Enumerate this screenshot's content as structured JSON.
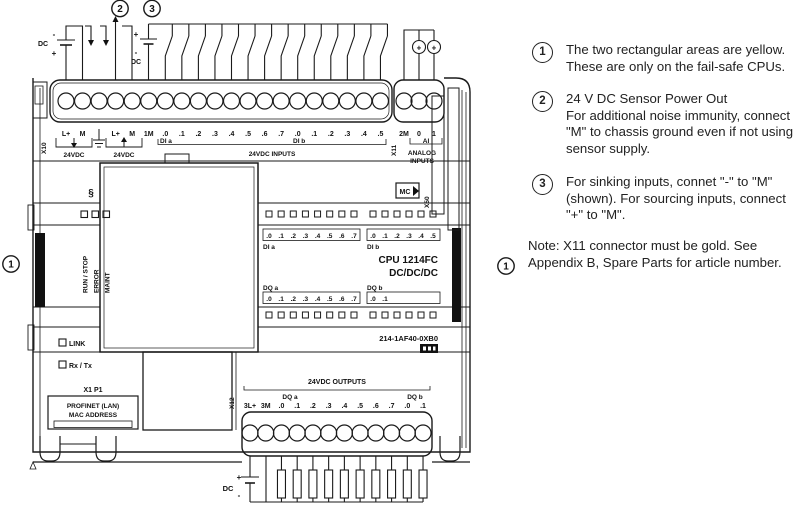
{
  "diagram": {
    "x10": "X10",
    "x11": "X11",
    "x12": "X12",
    "x50": "X50",
    "mc": "MC",
    "x1p1": "X1 P1",
    "power_in_caption": "24VDC",
    "sensor_caption": "24VDC",
    "inputs_caption": "24VDC INPUTS",
    "outputs_caption": "24VDC OUTPUTS",
    "analog_line1": "ANALOG",
    "analog_line2": "INPUTS",
    "ai": "AI",
    "band_di_a": "DI a",
    "band_di_b": "DI b",
    "face_di_a": "DI a",
    "face_di_b": "DI b",
    "face_dq_a": "DQ a",
    "face_dq_b": "DQ b",
    "cpu_title": "CPU 1214FC",
    "cpu_subtitle": "DC/DC/DC",
    "article_number": "214-1AF40-0XB0",
    "profinet_line1": "PROFINET (LAN)",
    "profinet_line2": "MAC ADDRESS",
    "led_link": "LINK",
    "led_rxtx": "Rx / Tx",
    "led_run": "RUN / STOP",
    "led_error": "ERROR",
    "led_maint": "MAINT",
    "clamp_symbol": "§",
    "dc": "DC",
    "plus": "+",
    "minus": "-",
    "callout_1": "1",
    "callout_2": "2",
    "callout_3": "3",
    "terminals": {
      "x10": [
        "L+",
        "M",
        "",
        "L+",
        "M",
        "1M",
        ".0",
        ".1",
        ".2",
        ".3",
        ".4",
        ".5",
        ".6",
        ".7",
        ".0",
        ".1",
        ".2",
        ".3",
        ".4",
        ".5"
      ],
      "x11": [
        "2M",
        "0",
        "1"
      ],
      "x12": [
        "3L+",
        "3M",
        ".0",
        ".1",
        ".2",
        ".3",
        ".4",
        ".5",
        ".6",
        ".7",
        ".0",
        ".1"
      ]
    },
    "channels": {
      "di_a": [
        ".0",
        ".1",
        ".2",
        ".3",
        ".4",
        ".5",
        ".6",
        ".7"
      ],
      "di_b": [
        ".0",
        ".1",
        ".2",
        ".3",
        ".4",
        ".5"
      ],
      "dq_a": [
        ".0",
        ".1",
        ".2",
        ".3",
        ".4",
        ".5",
        ".6",
        ".7"
      ],
      "dq_b": [
        ".0",
        ".1"
      ]
    }
  },
  "notes": {
    "items": [
      {
        "num": "1",
        "lines": [
          "The two rectangular areas are yellow.",
          "These are only on the fail-safe CPUs."
        ]
      },
      {
        "num": "2",
        "lines": [
          "24 V DC Sensor Power Out",
          "For additional noise immunity, connect",
          "\"M\" to chassis ground even if not using",
          "sensor supply."
        ]
      },
      {
        "num": "3",
        "lines": [
          "For sinking inputs, connet \"-\" to \"M\"",
          "(shown). For sourcing inputs, connect",
          "\"+\" to \"M\"."
        ]
      }
    ],
    "footer": {
      "lines": [
        "Note: X11 connector must be gold. See",
        "Appendix B, Spare Parts for article number."
      ]
    }
  }
}
